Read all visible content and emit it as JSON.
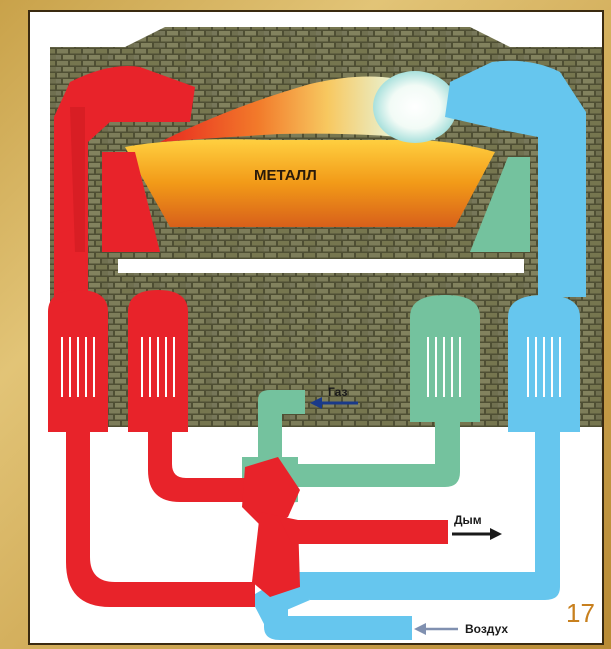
{
  "diagram": {
    "labels": {
      "metal": "МЕТАЛЛ",
      "gas": "Газ",
      "smoke": "Дым",
      "air": "Воздух"
    },
    "colors": {
      "hot_red": "#e8232a",
      "gas_green": "#74c29e",
      "air_blue": "#66c6ee",
      "brick_dark": "#4a4a30",
      "brick_light": "#7a7a58",
      "molten_metal": "#f2a020",
      "arrow_dark": "#1a1a1a",
      "gas_arrow": "#1a3a8a",
      "air_arrow": "#8090b0"
    }
  },
  "slide": {
    "number": "17"
  }
}
